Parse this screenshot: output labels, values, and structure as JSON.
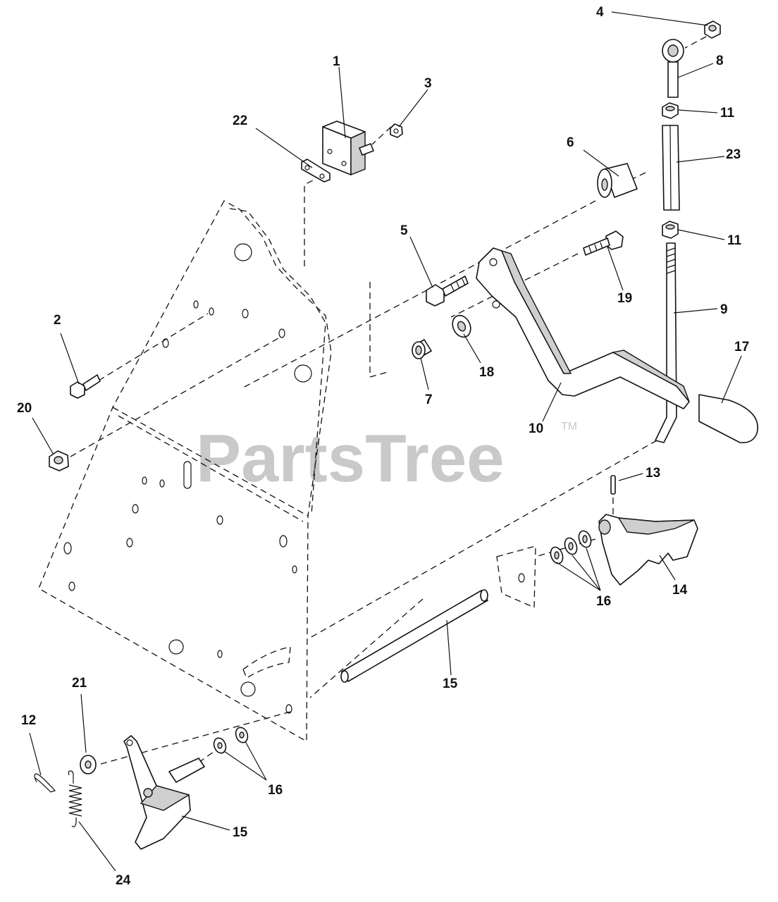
{
  "watermark": {
    "text": "PartsTree",
    "trademark": "TM"
  },
  "callouts": [
    {
      "id": "c1",
      "label": "1"
    },
    {
      "id": "c2",
      "label": "2"
    },
    {
      "id": "c3",
      "label": "3"
    },
    {
      "id": "c4",
      "label": "4"
    },
    {
      "id": "c5",
      "label": "5"
    },
    {
      "id": "c6",
      "label": "6"
    },
    {
      "id": "c7",
      "label": "7"
    },
    {
      "id": "c8",
      "label": "8"
    },
    {
      "id": "c9",
      "label": "9"
    },
    {
      "id": "c10",
      "label": "10"
    },
    {
      "id": "c11a",
      "label": "11"
    },
    {
      "id": "c11b",
      "label": "11"
    },
    {
      "id": "c12",
      "label": "12"
    },
    {
      "id": "c13",
      "label": "13"
    },
    {
      "id": "c14",
      "label": "14"
    },
    {
      "id": "c15a",
      "label": "15"
    },
    {
      "id": "c15b",
      "label": "15"
    },
    {
      "id": "c16a",
      "label": "16"
    },
    {
      "id": "c16b",
      "label": "16"
    },
    {
      "id": "c17",
      "label": "17"
    },
    {
      "id": "c18",
      "label": "18"
    },
    {
      "id": "c19",
      "label": "19"
    },
    {
      "id": "c20",
      "label": "20"
    },
    {
      "id": "c21",
      "label": "21"
    },
    {
      "id": "c22",
      "label": "22"
    },
    {
      "id": "c23",
      "label": "23"
    },
    {
      "id": "c24",
      "label": "24"
    }
  ]
}
